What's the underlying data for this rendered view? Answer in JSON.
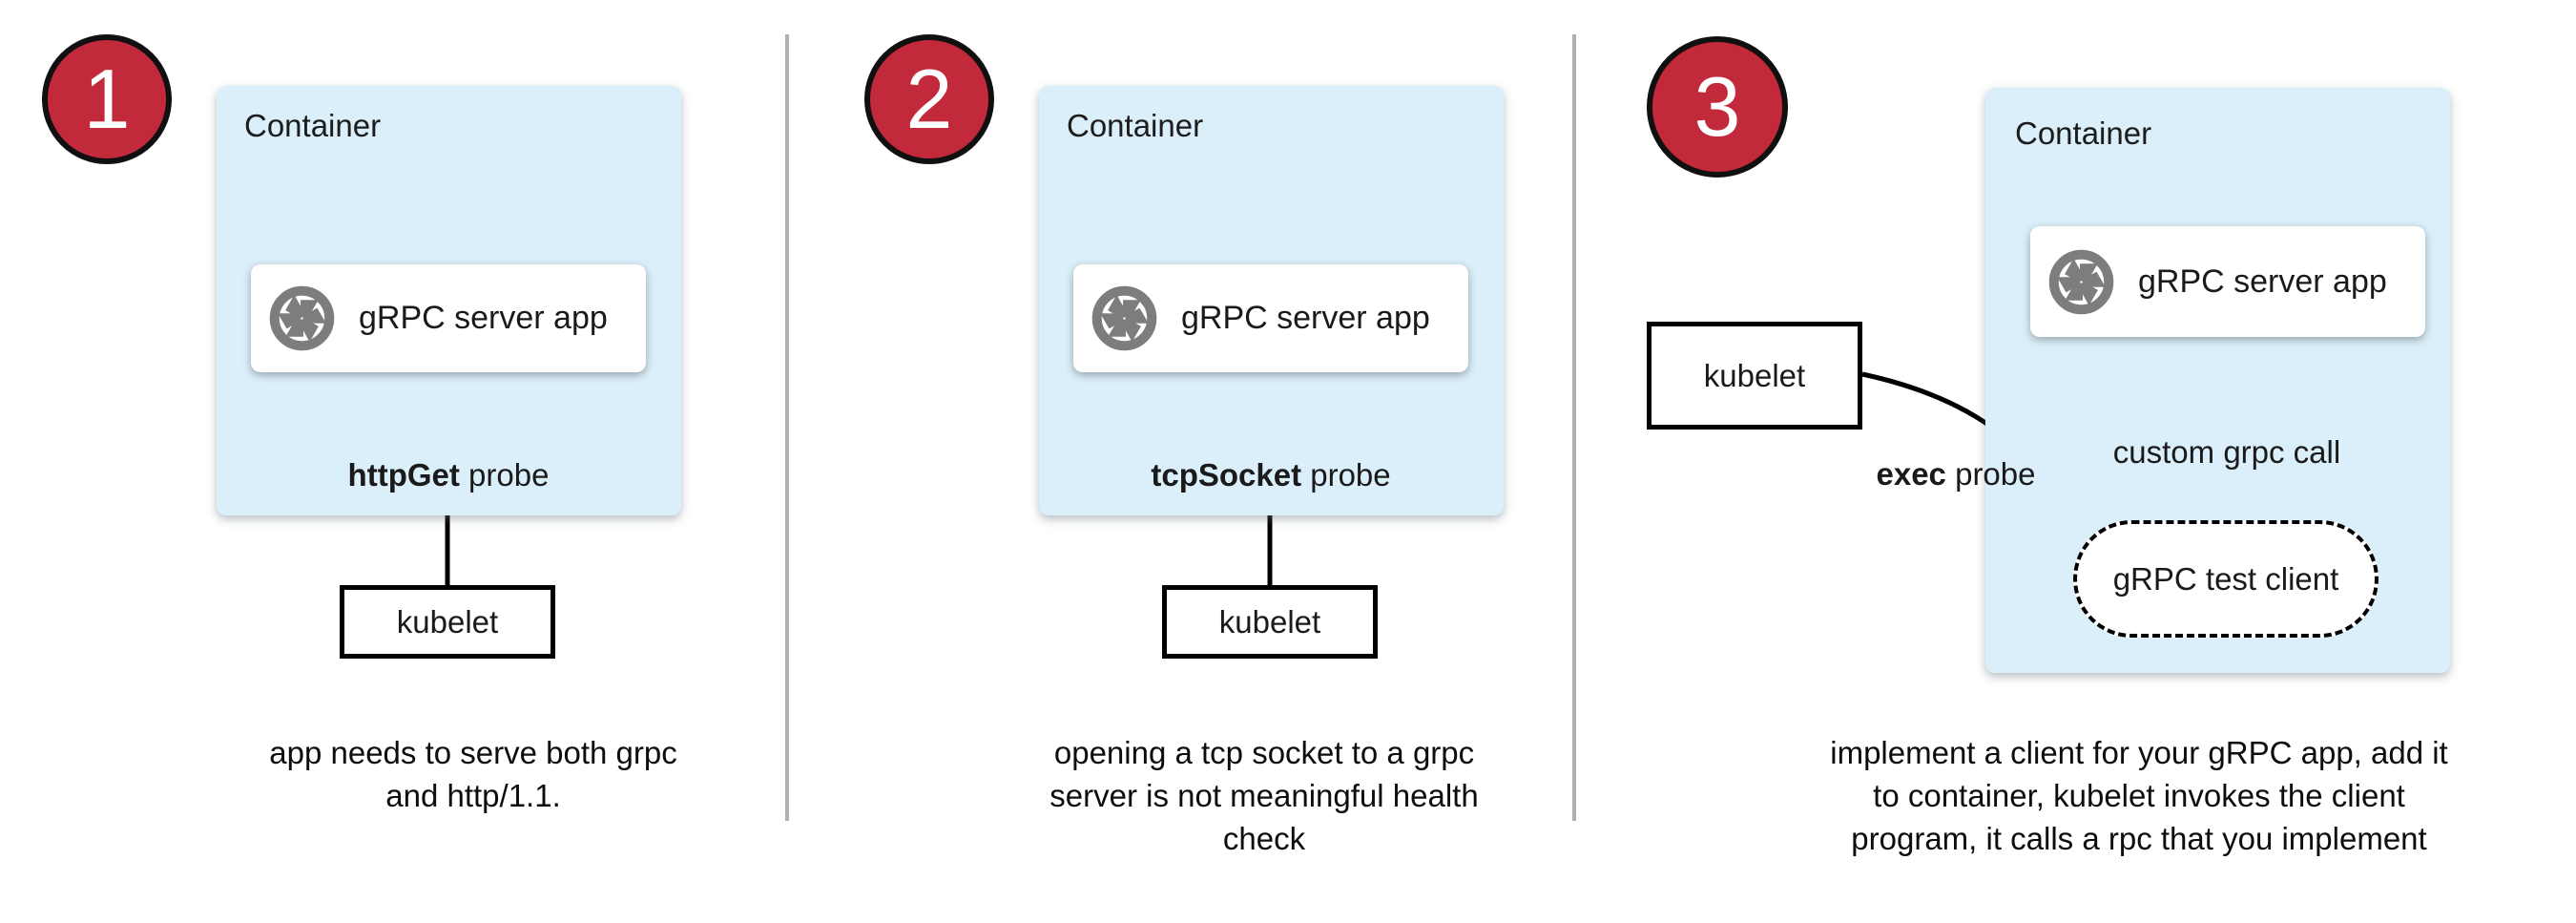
{
  "colors": {
    "step_red": "#C2293A",
    "container_blue": "#DBEFFA",
    "icon_gray": "#7D7D7D",
    "divider_gray": "#AFAFAF",
    "arrow_black": "#000000"
  },
  "icons": {
    "app_icon": "camera-aperture-icon"
  },
  "panels": [
    {
      "number": "1",
      "container_label": "Container",
      "app_label": "gRPC server app",
      "probe_bold": "httpGet",
      "probe_rest": " probe",
      "kubelet_label": "kubelet",
      "caption_lines": [
        "app needs to serve both grpc",
        "and http/1.1."
      ]
    },
    {
      "number": "2",
      "container_label": "Container",
      "app_label": "gRPC server app",
      "probe_bold": "tcpSocket",
      "probe_rest": " probe",
      "kubelet_label": "kubelet",
      "caption_lines": [
        "opening a tcp socket to a grpc",
        "server is not meaningful health",
        "check"
      ]
    },
    {
      "number": "3",
      "container_label": "Container",
      "app_label": "gRPC server app",
      "probe_bold": "exec",
      "probe_rest": " probe",
      "call_label": "custom grpc call",
      "client_label": "gRPC test client",
      "kubelet_label": "kubelet",
      "caption_lines": [
        "implement a client for your gRPC app, add it",
        "to container, kubelet invokes the client",
        "program, it calls a rpc that you implement"
      ]
    }
  ]
}
